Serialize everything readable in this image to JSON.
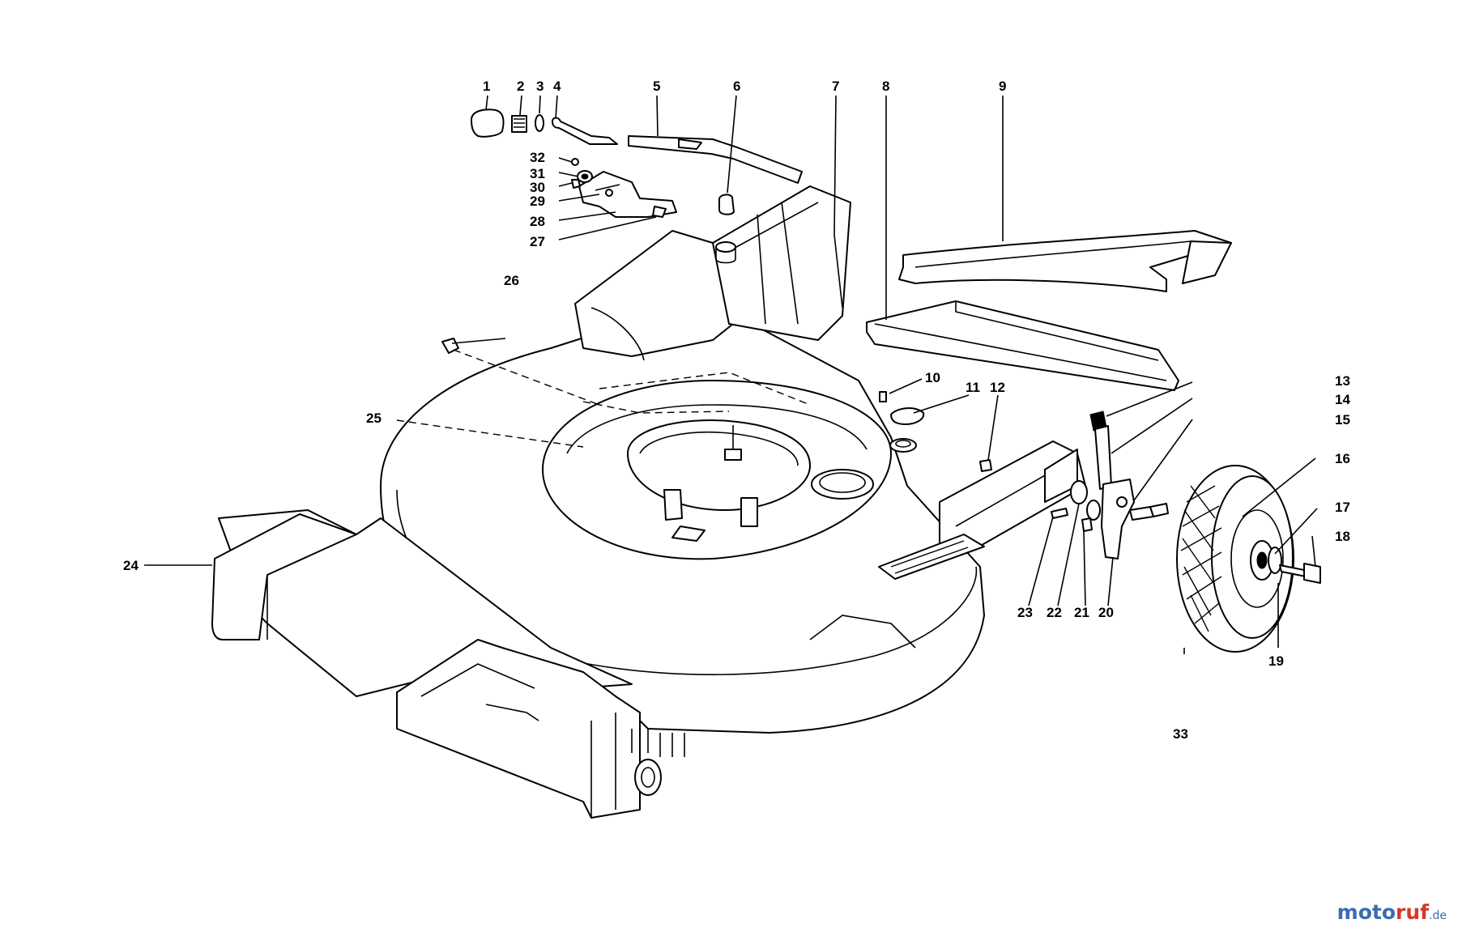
{
  "callouts": {
    "p1": "1",
    "p2": "2",
    "p3": "3",
    "p4": "4",
    "p5": "5",
    "p6": "6",
    "p7": "7",
    "p8": "8",
    "p9": "9",
    "p10": "10",
    "p11": "11",
    "p12": "12",
    "p13": "13",
    "p14": "14",
    "p15": "15",
    "p16": "16",
    "p17": "17",
    "p18": "18",
    "p19": "19",
    "p20": "20",
    "p21": "21",
    "p22": "22",
    "p23": "23",
    "p24": "24",
    "p25": "25",
    "p26": "26",
    "p27": "27",
    "p28": "28",
    "p29": "29",
    "p30": "30",
    "p31": "31",
    "p32": "32",
    "p33": "33"
  },
  "watermark": {
    "part_a": "moto",
    "part_b": "ruf",
    "part_c": ".de"
  }
}
